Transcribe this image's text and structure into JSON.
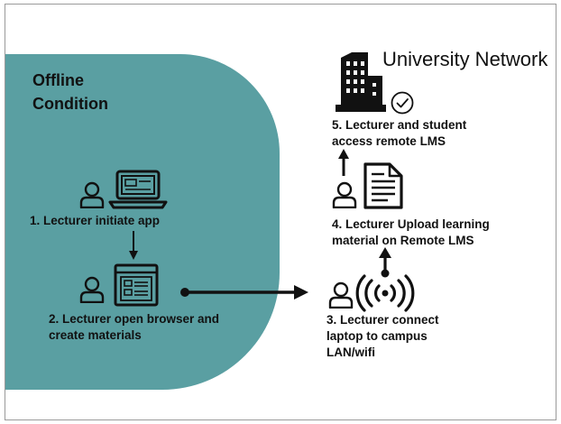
{
  "offline": {
    "title": "Offline\nCondition"
  },
  "network": {
    "title": "University Network"
  },
  "steps": {
    "s1": "1. Lecturer initiate app",
    "s2_line1": "2. Lecturer open browser and",
    "s2_line2": "create materials",
    "s3_line1": "3.  Lecturer connect",
    "s3_line2": "laptop to campus",
    "s3_line3": "LAN/wifi",
    "s4_line1": "4. Lecturer Upload learning",
    "s4_line2": "material on Remote LMS",
    "s5_line1": "5. Lecturer and student",
    "s5_line2": "access remote LMS"
  },
  "colors": {
    "panel": "#5a9fa2",
    "ink": "#111111"
  },
  "icons": [
    "user-icon",
    "laptop-icon",
    "browser-icon",
    "wifi-icon",
    "document-icon",
    "building-icon",
    "check-circle-icon"
  ]
}
